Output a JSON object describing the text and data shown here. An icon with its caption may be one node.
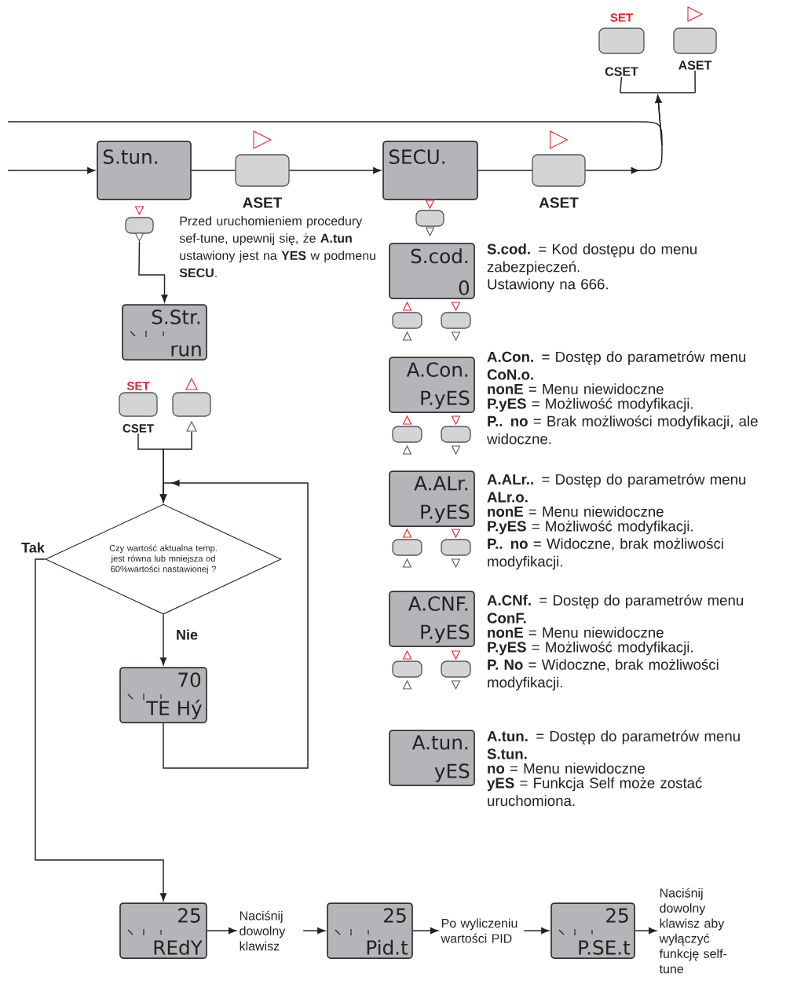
{
  "diagram": {
    "nodes": [
      {
        "text": [
          "SET",
          "CSET"
        ]
      },
      {
        "text": [
          "ASET"
        ]
      },
      {
        "text": [
          "S.tun."
        ]
      },
      {
        "text": [
          "ASET"
        ]
      },
      {
        "text": [
          "SECU."
        ]
      },
      {
        "text": [
          "ASET"
        ]
      },
      {
        "text": [],
        "shape": "button"
      },
      {
        "text": [],
        "shape": "button"
      },
      {
        "text": [
          "S.cod.",
          "0"
        ],
        "beside": [
          "**S.cod.** = Kod dostępu do menu zabezpieczeń.",
          "Ustawiony na 666."
        ]
      },
      {
        "text": [],
        "shape": "button"
      },
      {
        "text": [],
        "shape": "button"
      },
      {
        "text": [
          "S.Str.",
          "run"
        ]
      },
      {
        "text": [
          "SET",
          "CSET"
        ]
      },
      {
        "text": [],
        "shape": "button"
      },
      {
        "text": [
          "A.Con.",
          "P.yES"
        ],
        "beside": [
          "**A.Con.** = Dostęp do parametrów menu **CoN.o.**",
          "**nonE** = Menu niewidoczne",
          "**P.yES** = Możliwość modyfikacji.",
          "**P.. no** = Brak możliwości modyfikacji, ale widoczne."
        ]
      },
      {
        "text": [],
        "shape": "button"
      },
      {
        "text": [],
        "shape": "button"
      },
      {
        "text": [
          "A.ALr.",
          "P.yES"
        ],
        "beside": [
          "**A.ALr..** = Dostęp do parametrów menu **ALr.o.**",
          "**nonE** = Menu niewidoczne",
          "**P.yES** = Możliwość modyfikacji.",
          "**P.. no** = Widoczne, brak możliwości modyfikacji."
        ]
      },
      {
        "text": [],
        "shape": "button"
      },
      {
        "text": [],
        "shape": "button"
      },
      {
        "text": [
          "Czy wartość aktualna temp. jest równa lub mniejsza od 60%wartości nastawionej ?"
        ]
      },
      {
        "text": [
          "A.CNF.",
          "P.yES"
        ],
        "beside": [
          "**A.CNf.** = Dostęp do parametrów menu **ConF.**",
          "**nonE** = Menu niewidoczne",
          "**P.yES** = Możliwość modyfikacji.",
          "**P. No** = Widoczne, brak możliwości modyfikacji."
        ]
      },
      {
        "text": [],
        "shape": "button"
      },
      {
        "text": [],
        "shape": "button"
      },
      {
        "text": [
          "70",
          "TE Hý"
        ]
      },
      {
        "text": [
          "A.tun.",
          "yES"
        ],
        "beside": [
          "**A.tun.** = Dostęp do parametrów menu **S.tun.**",
          "**no** = Menu niewidoczne",
          "**yES** = Funkcja Self może zostać uruchomiona."
        ]
      },
      {
        "text": [
          "25",
          "REdY"
        ]
      },
      {
        "text": [
          "Naciśnij dowolny klawisz"
        ]
      },
      {
        "text": [
          "25",
          "Pid.t"
        ]
      },
      {
        "text": [
          "Po wyliczeniu wartości PID"
        ]
      },
      {
        "text": [
          "25",
          "P.SE.t"
        ]
      },
      {
        "text": [
          "Naciśnij dowolny klawisz aby wyłączyć funkcję self-tune"
        ]
      },
      {
        "text": [],
        "shape": "bracket"
      }
    ],
    "edges": [
      {
        "from": null,
        "to": 2,
        "arrow": "to"
      },
      {
        "from": 2,
        "to": 3,
        "arrow": "none"
      },
      {
        "from": 3,
        "to": 4,
        "arrow": "to"
      },
      {
        "from": 4,
        "to": 5,
        "arrow": "none"
      },
      {
        "from": 5,
        "to": 32,
        "arrow": "to"
      },
      {
        "from": null,
        "to": 32,
        "arrow": "to"
      },
      {
        "from": 32,
        "to": 0,
        "arrow": "none"
      },
      {
        "from": 32,
        "to": 1,
        "arrow": "none"
      },
      {
        "from": 6,
        "to": 11,
        "arrow": "to"
      },
      {
        "from": 12,
        "to": 20,
        "arrow": "to"
      },
      {
        "from": 13,
        "to": 20,
        "arrow": "to"
      },
      {
        "from": 20,
        "to": 24,
        "arrow": "to",
        "label": "Nie"
      },
      {
        "from": 24,
        "to": 20,
        "arrow": "to"
      },
      {
        "from": 20,
        "to": 26,
        "arrow": "to",
        "label": "Tak"
      },
      {
        "from": 26,
        "to": 27,
        "arrow": "to"
      },
      {
        "from": 27,
        "to": 28,
        "arrow": "to"
      },
      {
        "from": 28,
        "to": 29,
        "arrow": "to"
      },
      {
        "from": 29,
        "to": 30,
        "arrow": "to"
      },
      {
        "from": 30,
        "to": 31,
        "arrow": "to"
      }
    ],
    "labels": [
      "Przed uruchomieniem procedury sef-tune, upewnij się, że **A.tun** ustawiony jest na **YES** w podmenu **SECU**."
    ]
  }
}
